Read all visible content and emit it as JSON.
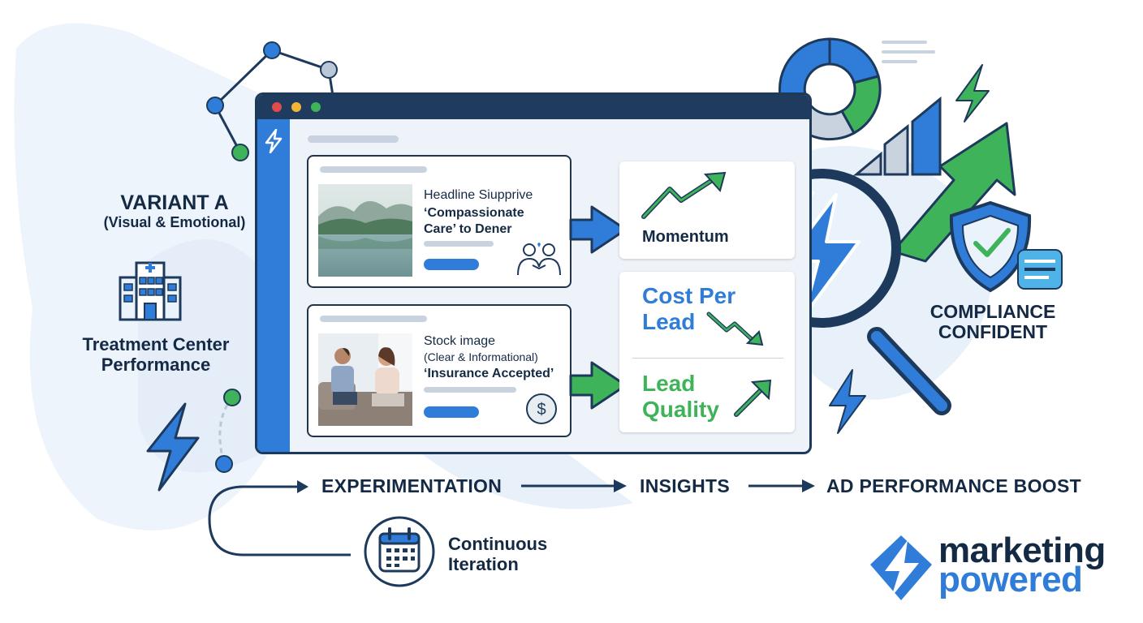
{
  "variant": {
    "title": "VARIANT A",
    "subtitle": "(Visual & Emotional)"
  },
  "left_panel": {
    "label_line1": "Treatment Center",
    "label_line2": "Performance",
    "icon": "hospital-icon"
  },
  "window": {
    "dots": [
      "#e34b4b",
      "#f2b636",
      "#3fb35a"
    ],
    "sidebar_icon": "lightning-icon"
  },
  "ad_cards": [
    {
      "image": "mountain-lake-photo",
      "line1": "Headline Siupprive",
      "line2": "‘Compassionate",
      "line3": "Care’ to Dener",
      "icon": "caregiver-icon"
    },
    {
      "image": "counseling-session-photo",
      "line1": "Stock image",
      "line2": "(Clear & Informational)",
      "line3": "‘Insurance Accepted’",
      "icon": "dollar-coin-icon"
    }
  ],
  "metrics": {
    "momentum": "Momentum",
    "cost_per_lead_1": "Cost Per",
    "cost_per_lead_2": "Lead",
    "lead_quality_1": "Lead",
    "lead_quality_2": "Quality"
  },
  "compliance": {
    "line1": "COMPLIANCE",
    "line2": "CONFIDENT",
    "badge_icon": "shield-check-icon"
  },
  "flow": {
    "step1": "EXPERIMENTATION",
    "step2": "INSIGHTS",
    "step3": "AD PERFORMANCE BOOST",
    "iteration_line1": "Continuous",
    "iteration_line2": "Iteration"
  },
  "brand": {
    "word1": "marketing",
    "word2": "powered"
  },
  "colors": {
    "navy": "#1d3a5c",
    "blue": "#2f7dd9",
    "green": "#3fb35a",
    "text": "#142a44"
  }
}
